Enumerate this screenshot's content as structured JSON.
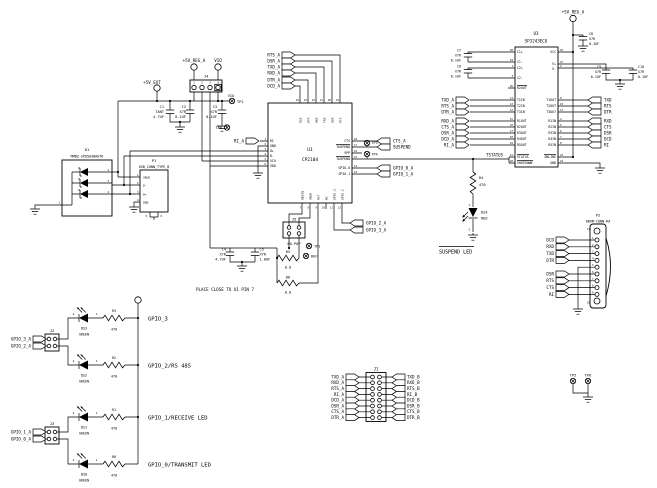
{
  "power": {
    "v5_ext": "+5V_EXT",
    "v5_reg": "+5V_REG_A",
    "vio": "VIO",
    "j4": "J4",
    "j4_pins": [
      "1",
      "2",
      "3",
      "4"
    ],
    "c1": [
      "C1",
      "TANT",
      "4.7UF"
    ],
    "c2": [
      "C2",
      "X7R",
      "0.1UF"
    ],
    "c3": [
      "C3",
      "X7R",
      "0.1UF"
    ],
    "vio_tp": "VIO",
    "tp2": "TP2",
    "tp8": "TP8"
  },
  "usb": {
    "d1": [
      "D1",
      "MMBZ-SP0503BAHT6"
    ],
    "d1_pins": [
      "1",
      "2",
      "3",
      "4"
    ],
    "p1": [
      "P1",
      "USB_CONN_TYPE_B"
    ],
    "p1_pins": [
      "1",
      "2",
      "3",
      "4"
    ],
    "p1_names": [
      "VBUS",
      "D-",
      "D+",
      "GND"
    ],
    "p1_shield": [
      "5",
      "6"
    ]
  },
  "u1": {
    "ref": "U1",
    "val": "CP2104",
    "left_names": [
      "RI",
      "GND",
      "D+",
      "D-",
      "VIO",
      "VDD"
    ],
    "left_nums": [
      "1",
      "2",
      "3",
      "4",
      "5",
      "6"
    ],
    "top_names": [
      "DCD",
      "DTR",
      "RXD",
      "TXD",
      "DSR",
      "RTS"
    ],
    "top_nums": [
      "24",
      "23",
      "22",
      "21",
      "20",
      "19"
    ],
    "right_names": [
      "CTS",
      "SUSPEND",
      "VPP",
      "SUSPEND",
      "GPIO.0",
      "GPIO.1"
    ],
    "right_nums": [
      "18",
      "17",
      "16",
      "15",
      "14",
      "13"
    ],
    "bot_names": [
      "REGIN",
      "VBUS",
      "RST",
      "NC",
      "GPIO.3",
      "GPIO.2"
    ],
    "bot_nums": [
      "7",
      "8",
      "9",
      "10",
      "11",
      "12"
    ],
    "ri_flag": "RI_A",
    "top_flags": [
      "RTS_A",
      "DSR_A",
      "TXD_A",
      "RXD_A",
      "DTR_A",
      "DCD_A"
    ],
    "right_flags": [
      "CTS_A",
      "SUSPEND",
      "GPIO_0_A",
      "GPIO_1_A"
    ],
    "tp3": "TP3",
    "tp4": "TP4",
    "bot_flags": [
      "GPIO_2_A",
      "GPIO_3_A"
    ]
  },
  "center": {
    "j5": "J5",
    "nopop": "NO-POP",
    "r5": [
      "R5",
      "0.0"
    ],
    "r6": [
      "R6",
      "0.0"
    ],
    "c4": [
      "C4",
      "X7R",
      "4.7UF"
    ],
    "c5": [
      "C5",
      "X7R",
      "1.0UF"
    ],
    "tp1": "TP1",
    "ref": "REF",
    "note": "PLACE CLOSE TO U1 PIN 7"
  },
  "suspend": {
    "r4": [
      "R4",
      "470"
    ],
    "led": [
      "DS4",
      "RED"
    ],
    "label": "SUSPEND LED",
    "p1": "1",
    "p2": "2"
  },
  "u3": {
    "ref": "U3",
    "val": "SP3243ECU",
    "v5": "+5V_REG_A",
    "tstatus": "TSTATUS",
    "left_names": [
      "C1+",
      "C1-",
      "C2+",
      "C2-",
      "R2OUT"
    ],
    "left_nums": [
      "28",
      "24",
      "1",
      "3",
      "26"
    ],
    "tin_names": [
      "T1IN",
      "T2IN",
      "T3IN"
    ],
    "tin_nums": [
      "14",
      "13",
      "12"
    ],
    "tin_flags": [
      "TXD_A",
      "RTS_A",
      "DTR_A"
    ],
    "rout_names": [
      "R1OUT",
      "R2OUT",
      "R3OUT",
      "R4OUT",
      "R5OUT"
    ],
    "rout_nums": [
      "15",
      "16",
      "17",
      "18",
      "19"
    ],
    "rout_flags": [
      "RXD_A",
      "CTS_A",
      "DSR_A",
      "DCD_A",
      "RI_A"
    ],
    "bot_names": [
      "STATUS",
      "SHUTDOWN"
    ],
    "bot_nums": [
      "21",
      "20"
    ],
    "right_top_names": [
      "VCC",
      "V+",
      "V-"
    ],
    "right_top_nums": [
      "25",
      "27",
      "2"
    ],
    "tout_names": [
      "T1OUT",
      "T2OUT",
      "T3OUT"
    ],
    "tout_nums": [
      "9",
      "10",
      "11"
    ],
    "tout_flags": [
      "TXD",
      "RTS",
      "DTR"
    ],
    "rin_names": [
      "R1IN",
      "R2IN",
      "R3IN",
      "R4IN",
      "R5IN"
    ],
    "rin_nums": [
      "4",
      "5",
      "6",
      "7",
      "8"
    ],
    "rin_flags": [
      "RXD",
      "CTS",
      "DSR",
      "DCD",
      "RI"
    ],
    "online": "ONLINE",
    "online_num": "23",
    "gnd": "GND",
    "gnd_num": "22",
    "c7": [
      "C7",
      "X7R",
      "0.1UF"
    ],
    "c6": [
      "C6",
      "X7R",
      "0.1UF"
    ],
    "c8": [
      "C8",
      "X7R",
      "0.1UF"
    ],
    "c9": [
      "C9",
      "X7R",
      "0.1UF"
    ],
    "c10": [
      "C10",
      "X7R",
      "0.1UF"
    ]
  },
  "p2": {
    "ref": "P2",
    "val": "DB9M-CONN-RA",
    "flags": [
      "DCD",
      "RXD",
      "TXD",
      "DTR",
      "DSR",
      "RTS",
      "CTS",
      "RI"
    ],
    "pin_nums": [
      "1",
      "2",
      "3",
      "4",
      "5",
      "6",
      "7",
      "8",
      "9"
    ],
    "mount_top": "11",
    "mount_bot": "10"
  },
  "gpio": {
    "j2": "J2",
    "j3": "J3",
    "flags": [
      "GPIO_3_A",
      "GPIO_2_A",
      "GPIO_1_A",
      "GPIO_0_A"
    ],
    "rows": [
      {
        "led": "DS3",
        "color": "GREEN",
        "r": "R3",
        "rv": "470",
        "label": "GPIO_3",
        "p2": "2",
        "p1": "1"
      },
      {
        "led": "DS2",
        "color": "GREEN",
        "r": "R2",
        "rv": "470",
        "label": "GPIO_2/RS 485",
        "p2": "2",
        "p1": "1"
      },
      {
        "led": "DS1",
        "color": "GREEN",
        "r": "R1",
        "rv": "470",
        "label": "GPIO_1/RECEIVE LED",
        "p2": "2",
        "p1": "1"
      },
      {
        "led": "DS0",
        "color": "GREEN",
        "r": "R0",
        "rv": "470",
        "label": "GPIO_0/TRANSMIT LED",
        "p2": "2",
        "p1": "1"
      }
    ]
  },
  "j1": {
    "ref": "J1",
    "left": [
      "TXD_A",
      "RXD_A",
      "RTS_A",
      "RI_A",
      "DCD_A",
      "DSR_A",
      "CTS_A",
      "DTR_A"
    ],
    "right": [
      "TXD_B",
      "RXD_B",
      "RTS_B",
      "RI_B",
      "DCD_B",
      "DSR_B",
      "CTS_B",
      "DTR_B"
    ]
  },
  "tp": {
    "tp5": "TP5",
    "tp6": "TP6"
  }
}
